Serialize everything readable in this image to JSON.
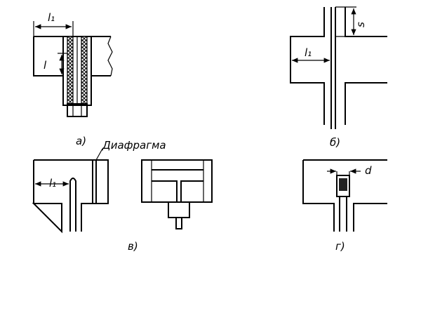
{
  "figures": {
    "a": {
      "caption": "а)",
      "dim_l1": "l₁",
      "dim_l": "l"
    },
    "b": {
      "caption": "б)",
      "dim_l1": "l₁",
      "dim_s": "s"
    },
    "v": {
      "caption": "в)",
      "dim_l1": "l₁",
      "diaphragm_label": "Диафрагма"
    },
    "g": {
      "caption": "г)",
      "dim_d": "d"
    }
  }
}
